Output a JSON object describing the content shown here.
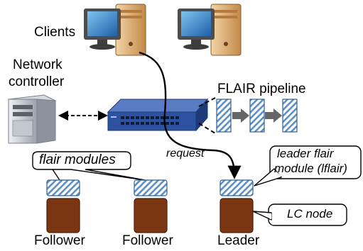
{
  "labels": {
    "clients": "Clients",
    "network_controller_line1": "Network",
    "network_controller_line2": "controller",
    "flair_pipeline": "FLAIR pipeline",
    "flair_modules": "flair modules",
    "request": "request",
    "leader_flair_line1": "leader flair",
    "leader_flair_line2": "module (lflair)",
    "lc_node": "LC node",
    "follower_1": "Follower",
    "follower_2": "Follower",
    "leader": "Leader"
  },
  "colors": {
    "lc_node": "#7a3612",
    "hatch_stripe": "#5d8fc7",
    "switch_body": "#2c52a0",
    "computer_case": "#d9a86a",
    "monitor_frame": "#4d4d4d",
    "pipeline_arrow": "#666666"
  },
  "icons": {
    "client_computer": "desktop-computer-icon",
    "network_controller": "server-tower-icon",
    "switch": "network-switch-icon"
  }
}
